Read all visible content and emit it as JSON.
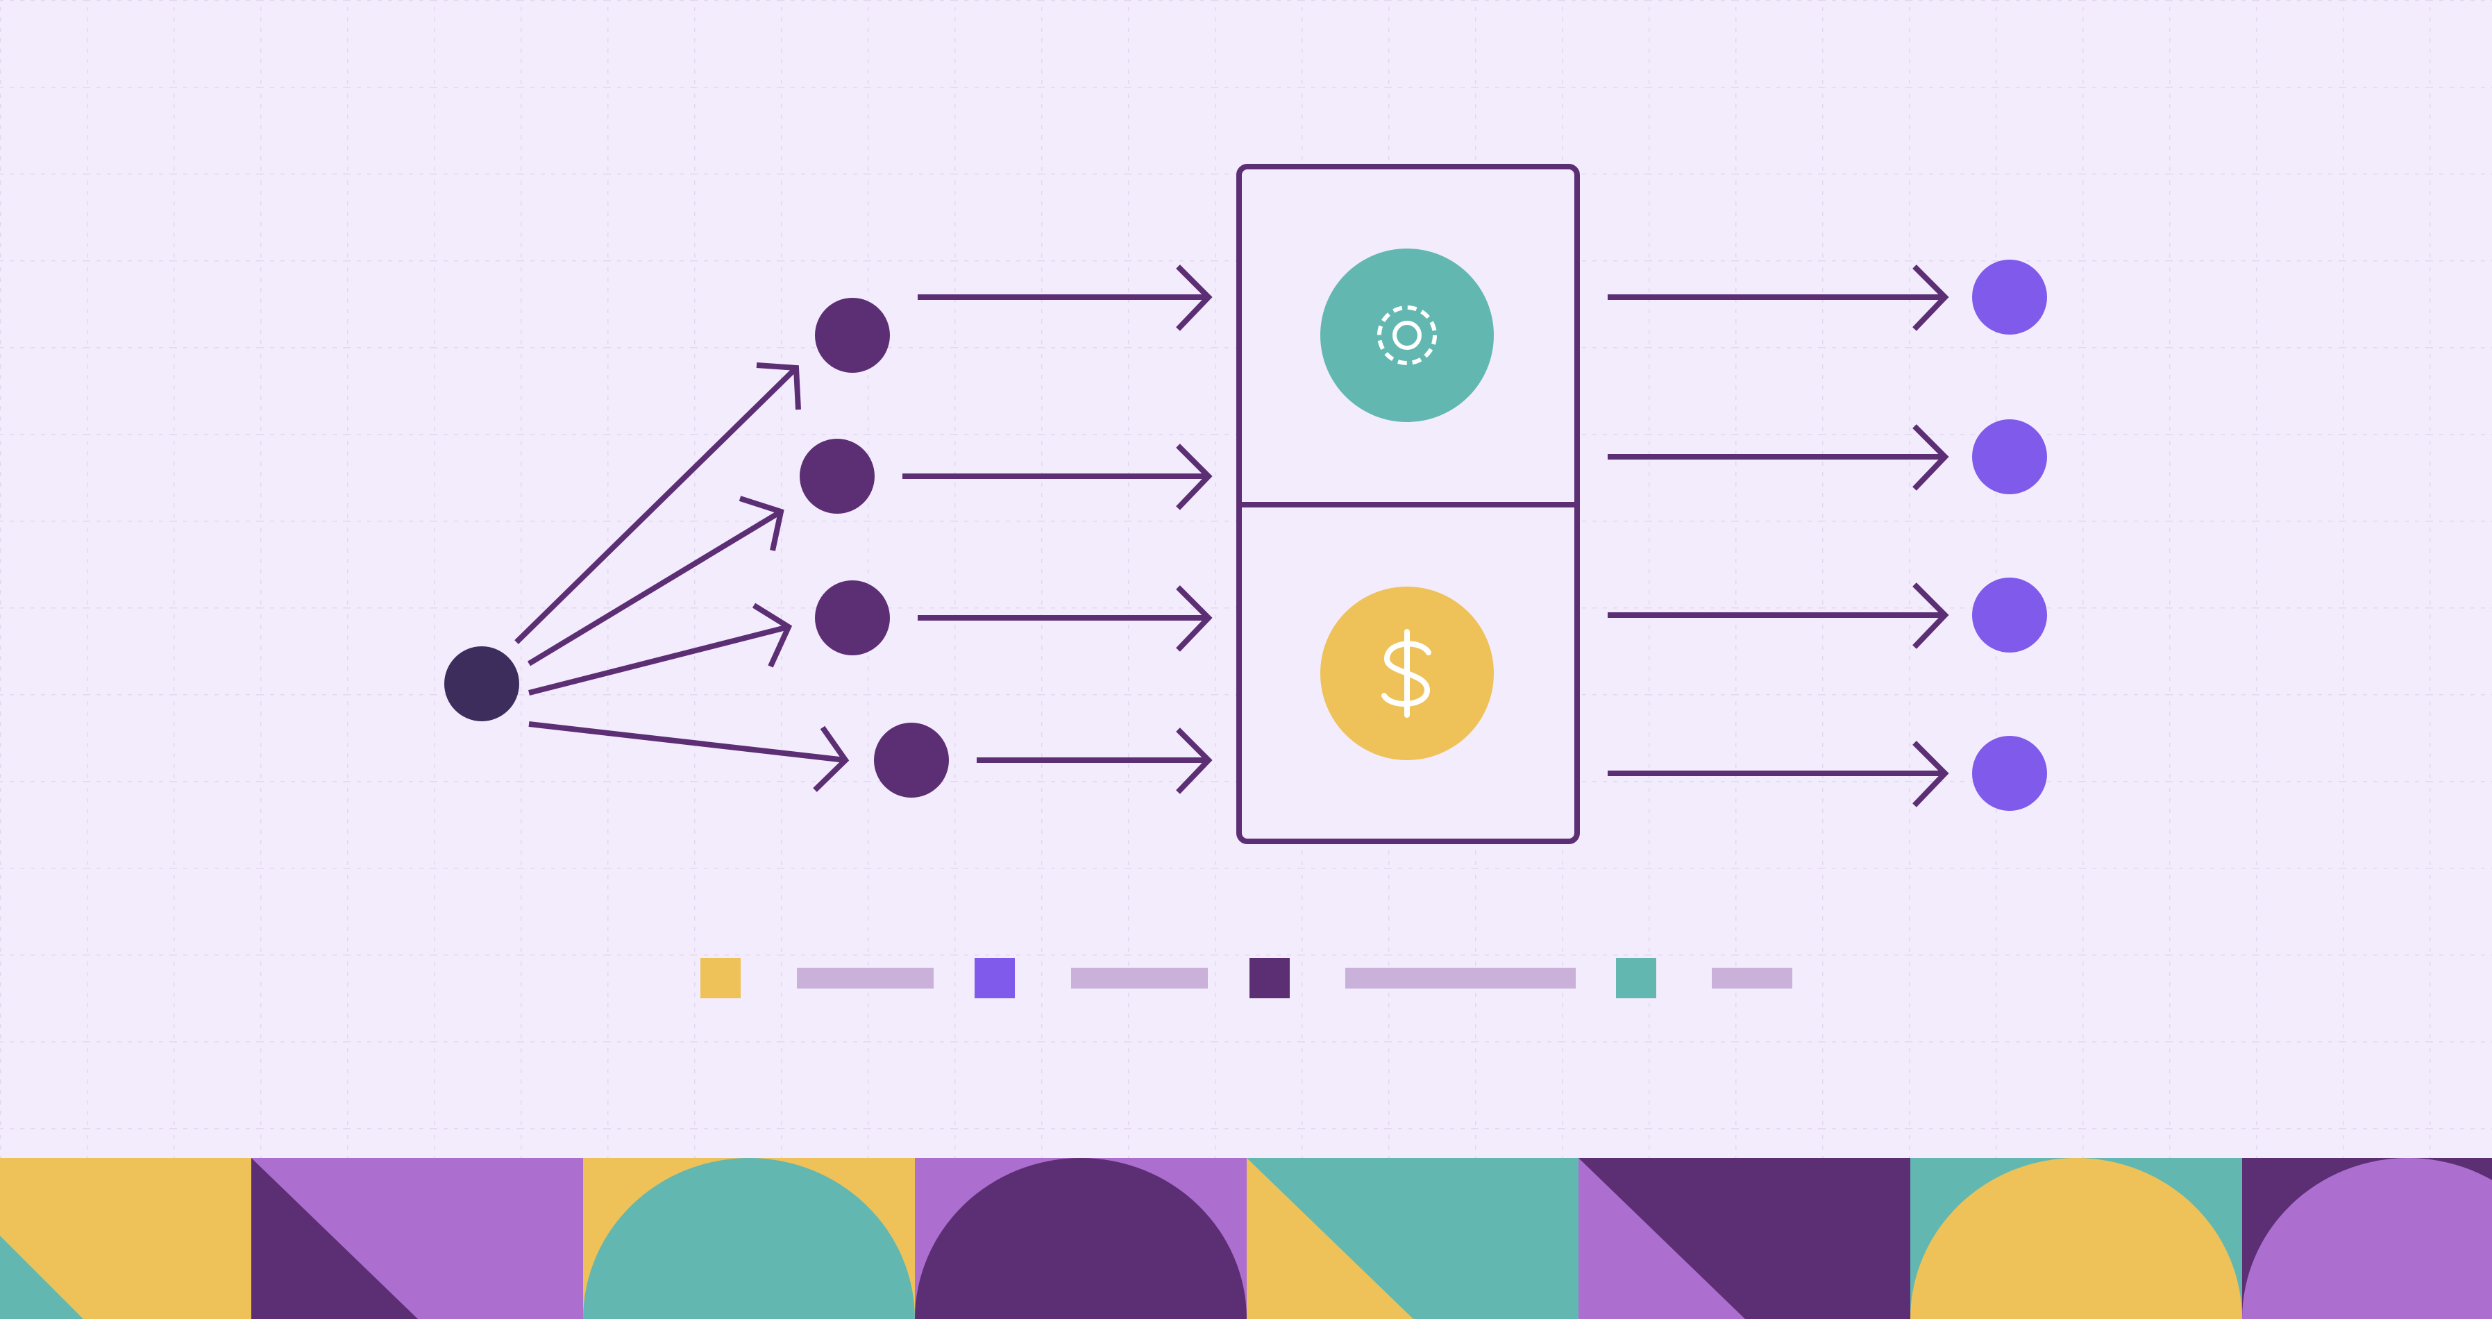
{
  "colors": {
    "background": "#f3ecfc",
    "grid": "#e3d8ef",
    "line": "#5c2e74",
    "source_node": "#3d2d5c",
    "middle_node": "#5c2e74",
    "output_node": "#7f5aeb",
    "gear_circle": "#62b8b1",
    "dollar_circle": "#eec259",
    "legend_bar": "#c9b1d9",
    "icon_stroke": "#ffffff",
    "yellow": "#eec259",
    "teal": "#62b8b1",
    "lavender": "#ad6fcf",
    "plum": "#5c2e74",
    "violet": "#7f5aeb"
  },
  "diagram": {
    "source": {
      "name": "source-node"
    },
    "middle_nodes": [
      {
        "name": "middle-node-1"
      },
      {
        "name": "middle-node-2"
      },
      {
        "name": "middle-node-3"
      },
      {
        "name": "middle-node-4"
      }
    ],
    "processor": {
      "top_icon": "gear-icon",
      "bottom_icon": "dollar-icon"
    },
    "output_nodes": [
      {
        "name": "output-node-1"
      },
      {
        "name": "output-node-2"
      },
      {
        "name": "output-node-3"
      },
      {
        "name": "output-node-4"
      }
    ]
  },
  "legend": [
    {
      "swatch": "yellow"
    },
    {
      "swatch": "violet"
    },
    {
      "swatch": "plum"
    },
    {
      "swatch": "teal"
    }
  ],
  "footer_tiles": [
    {
      "bg": "yellow",
      "shape": "triangle-bottom-left",
      "fg": "teal"
    },
    {
      "bg": "lavender",
      "shape": "triangle-bottom-left",
      "fg": "plum"
    },
    {
      "bg": "yellow",
      "shape": "half-circle",
      "fg": "teal"
    },
    {
      "bg": "lavender",
      "shape": "half-circle",
      "fg": "plum"
    },
    {
      "bg": "teal",
      "shape": "triangle-bottom-left",
      "fg": "yellow"
    },
    {
      "bg": "plum",
      "shape": "triangle-bottom-left",
      "fg": "lavender"
    },
    {
      "bg": "teal",
      "shape": "half-circle",
      "fg": "yellow"
    },
    {
      "bg": "plum",
      "shape": "half-circle",
      "fg": "lavender"
    }
  ]
}
